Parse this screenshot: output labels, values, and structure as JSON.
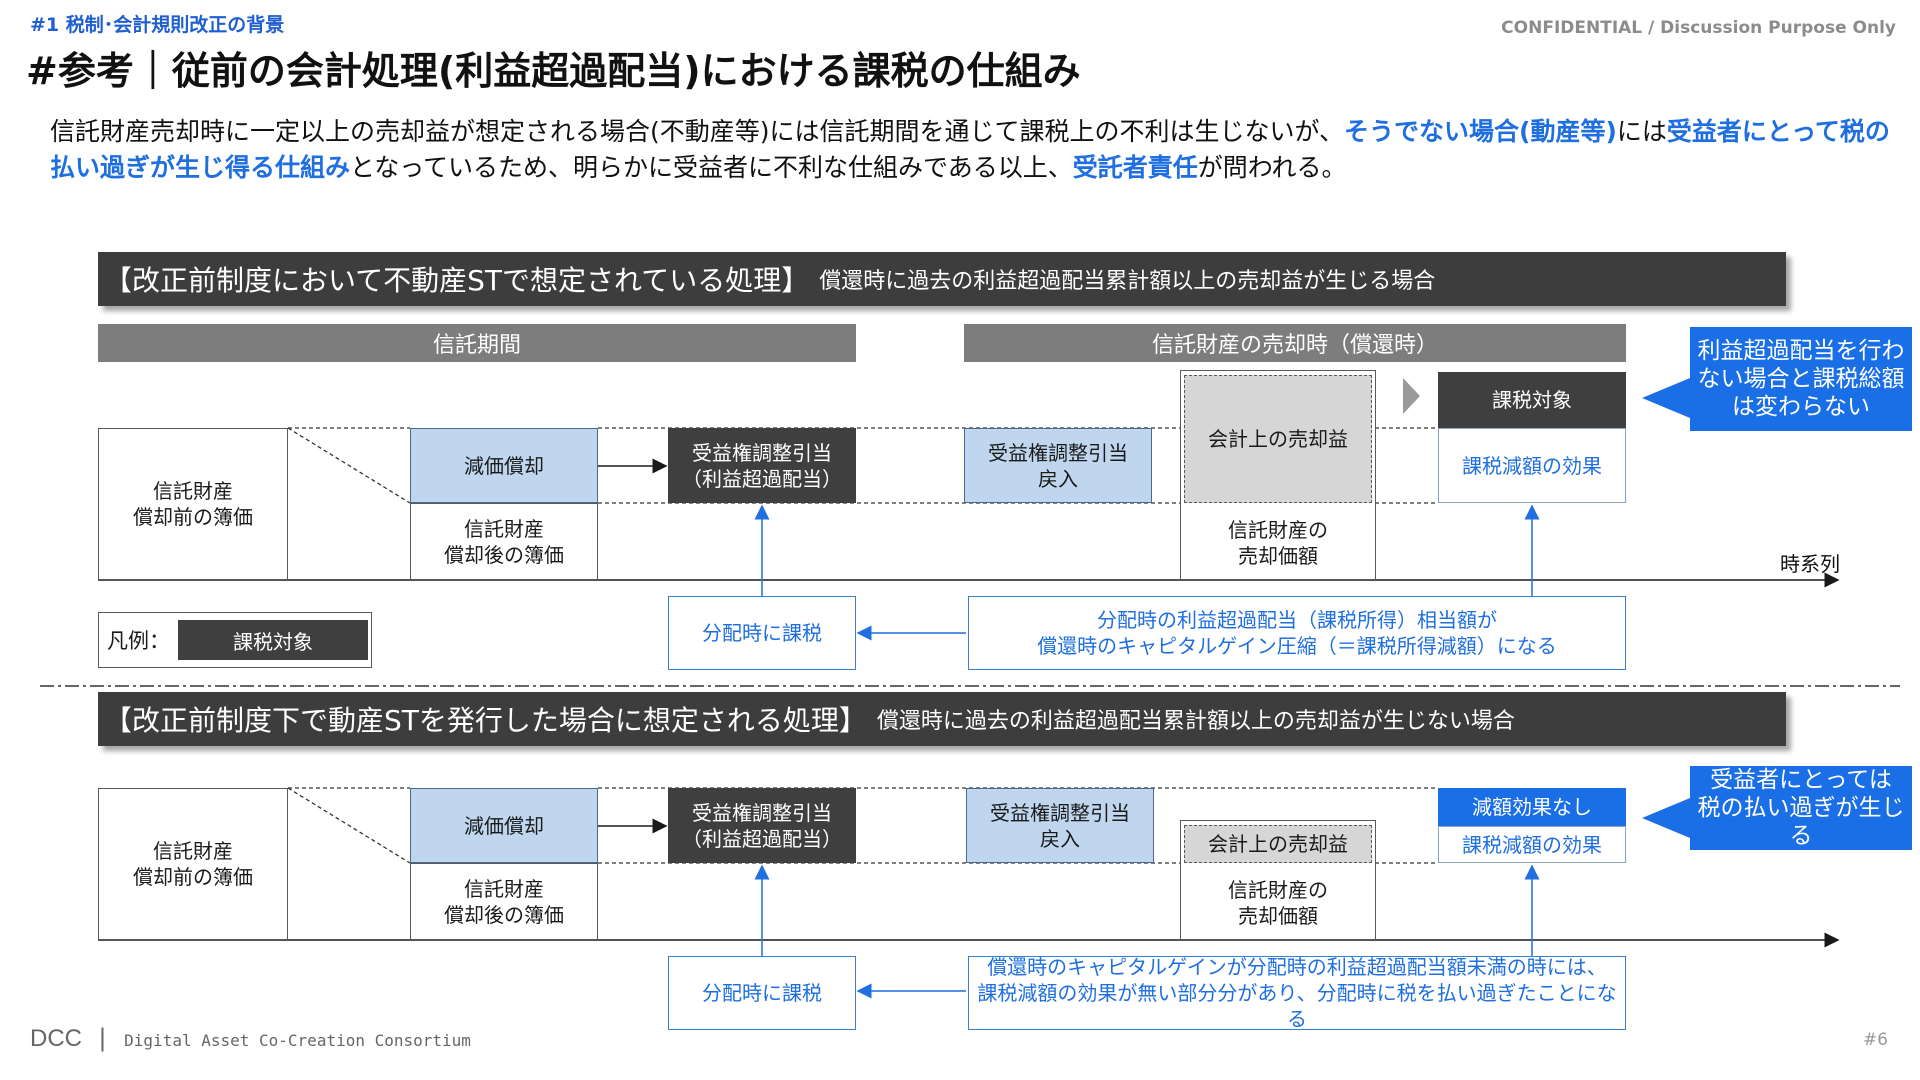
{
  "header": {
    "section_tag": "#1  税制･会計規則改正の背景",
    "confidential": "CONFIDENTIAL / Discussion Purpose Only",
    "title": "#参考｜従前の会計処理(利益超過配当)における課税の仕組み"
  },
  "lead": {
    "p1": "信託財産売却時に一定以上の売却益が想定される場合(不動産等)には信託期間を通じて課税上の不利は生じないが、",
    "h1": "そうでない場合(動産等)",
    "p2": "には",
    "h2": "受益者にとって税の払い過ぎが生じ得る仕組み",
    "p3": "となっているため、明らかに受益者に不利な仕組みである以上、",
    "h3": "受託者責任",
    "p4": "が問われる。"
  },
  "top": {
    "banner_main": "【改正前制度において不動産STで想定されている処理】",
    "banner_sub": "償還時に過去の利益超過配当累計額以上の売却益が生じる場合",
    "period_trust": "信託期間",
    "period_sale": "信託財産の売却時（償還時）",
    "book_before": "信託財産\n償却前の簿価",
    "depreciation": "減価償却",
    "book_after": "信託財産\n償却後の簿価",
    "adjust": "受益権調整引当\n（利益超過配当）",
    "reversal": "受益権調整引当\n戻入",
    "accounting_gain": "会計上の売却益",
    "sale_price": "信託財産の\n売却価額",
    "taxable": "課税対象",
    "tax_reduction": "課税減額の効果",
    "callout": "利益超過配当を行わない場合と課税総額は変わらない",
    "time_series": "時系列",
    "tax_at_dist": "分配時に課税",
    "explain": "分配時の利益超過配当（課税所得）相当額が\n償還時のキャピタルゲイン圧縮（＝課税所得減額）になる",
    "legend_label": "凡例：",
    "legend_item": "課税対象"
  },
  "bottom": {
    "banner_main": "【改正前制度下で動産STを発行した場合に想定される処理】",
    "banner_sub": "償還時に過去の利益超過配当累計額以上の売却益が生じない場合",
    "book_before": "信託財産\n償却前の簿価",
    "depreciation": "減価償却",
    "book_after": "信託財産\n償却後の簿価",
    "adjust": "受益権調整引当\n（利益超過配当）",
    "reversal": "受益権調整引当\n戻入",
    "accounting_gain": "会計上の売却益",
    "sale_price": "信託財産の\n売却価額",
    "no_reduction": "減額効果なし",
    "tax_reduction": "課税減額の効果",
    "callout": "受益者にとっては\n税の払い過ぎが生じる",
    "tax_at_dist": "分配時に課税",
    "explain": "償還時のキャピタルゲインが分配時の利益超過配当額未満の時には、\n課税減額の効果が無い部分分があり、分配時に税を払い過ぎたことになる"
  },
  "footer": {
    "logo_mark": "DCC",
    "logo_text": "Digital Asset Co-Creation Consortium",
    "page": "#6"
  },
  "colors": {
    "accent_blue": "#1a6fe6",
    "dark_box": "#3f3f3f",
    "light_blue_box": "#bfd6ee",
    "period_bar": "#7d7d7d"
  }
}
